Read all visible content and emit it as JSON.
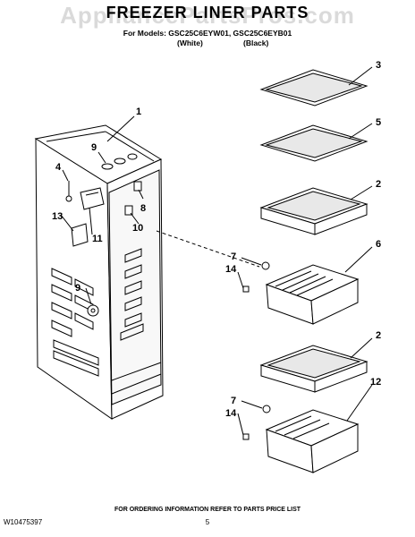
{
  "watermark": "AppliancePartsPros.com",
  "title": "FREEZER LINER PARTS",
  "models_line": "For Models: GSC25C6EYW01, GSC25C6EYB01",
  "variant_white": "(White)",
  "variant_black": "(Black)",
  "footer_note": "FOR ORDERING INFORMATION REFER TO PARTS PRICE LIST",
  "doc_number": "W10475397",
  "page_number": "5",
  "callouts": {
    "c1": "1",
    "c2a": "2",
    "c2b": "2",
    "c3": "3",
    "c4": "4",
    "c5": "5",
    "c6": "6",
    "c7a": "7",
    "c7b": "7",
    "c8": "8",
    "c9a": "9",
    "c9b": "9",
    "c10": "10",
    "c11": "11",
    "c12": "12",
    "c13": "13",
    "c14a": "14",
    "c14b": "14"
  }
}
